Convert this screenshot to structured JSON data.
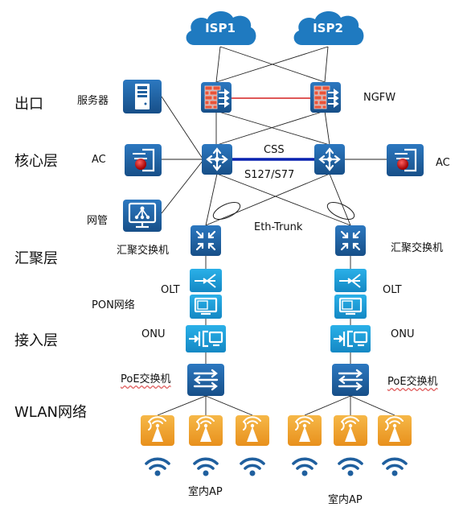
{
  "layers": {
    "egress": "出口",
    "core": "核心层",
    "aggregation": "汇聚层",
    "access": "接入层",
    "wlan": "WLAN网络"
  },
  "clouds": {
    "isp1": "ISP1",
    "isp2": "ISP2"
  },
  "labels": {
    "server": "服务器",
    "ngfw": "NGFW",
    "ac_left": "AC",
    "ac_right": "AC",
    "css": "CSS",
    "core_model": "S127/S77",
    "netmgmt": "网管",
    "eth_trunk": "Eth-Trunk",
    "agg_left": "汇聚交换机",
    "agg_right": "汇聚交换机",
    "olt_left": "OLT",
    "olt_right": "OLT",
    "pon": "PON网络",
    "onu_left": "ONU",
    "onu_right": "ONU",
    "poe_left": "PoE交换机",
    "poe_right": "PoE交换机",
    "ap_left": "室内AP",
    "ap_right": "室内AP"
  },
  "colors": {
    "device_blue": "#1f5f9e",
    "cyan": "#1aa0d8",
    "ap_orange": "#f0a030",
    "cloud": "#1f7ac0",
    "firewall": "#e8543a",
    "css_link": "#0a22b0",
    "ngfw_link": "#d42020"
  },
  "icons": {
    "server": "server-icon",
    "firewall": "firewall-icon",
    "core_switch": "core-switch-icon",
    "ac": "access-controller-icon",
    "netmgmt": "network-management-icon",
    "agg_switch": "aggregation-switch-icon",
    "olt": "olt-icon",
    "onu": "onu-icon",
    "poe": "poe-switch-icon",
    "ap": "access-point-icon",
    "wifi": "wifi-signal-icon"
  }
}
